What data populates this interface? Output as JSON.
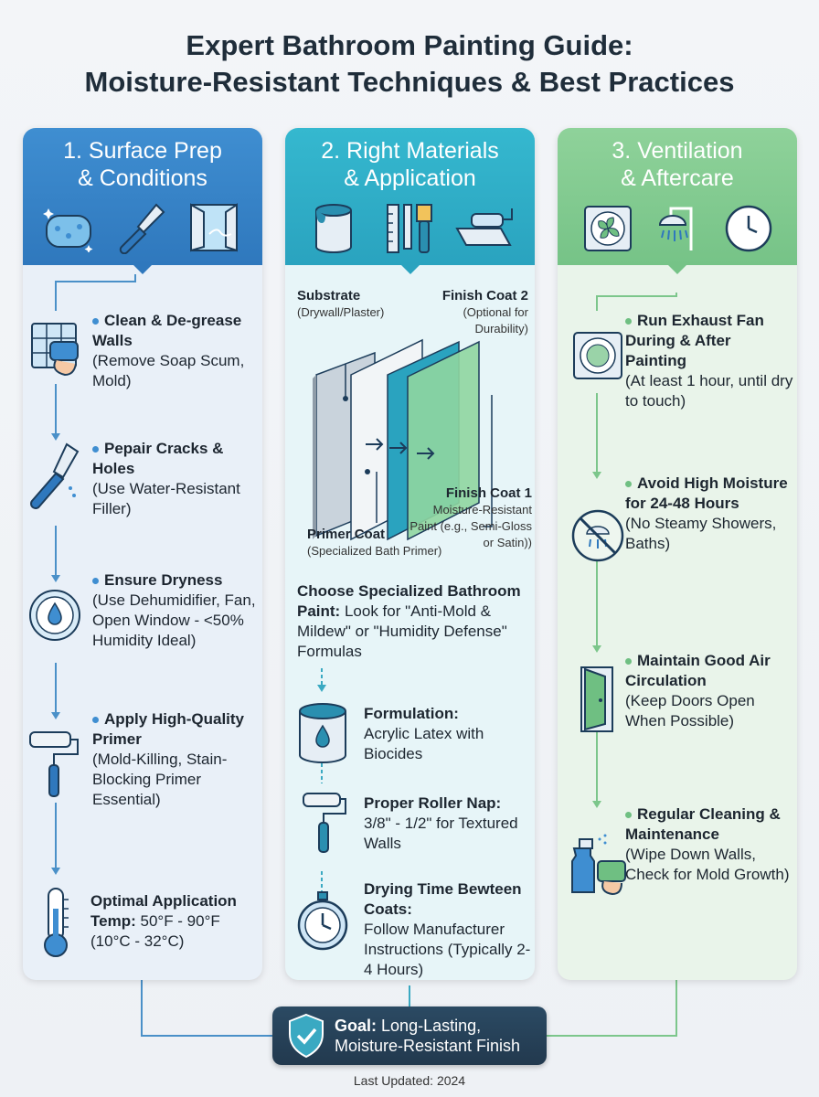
{
  "title": {
    "line1": "Expert Bathroom Painting Guide:",
    "line2": "Moisture-Resistant Techniques & Best Practices"
  },
  "columns": [
    {
      "heading1": "1. Surface Prep",
      "heading2": "& Conditions",
      "icons": [
        "sponge-icon",
        "putty-knife-icon",
        "window-icon"
      ],
      "items": [
        {
          "bold": "Clean & De-grease Walls",
          "detail": "(Remove Soap Scum, Mold)",
          "icon": "sponge-wipe-icon"
        },
        {
          "bold": "Pepair Cracks & Holes",
          "detail": "(Use Water-Resistant Filler)",
          "icon": "putty-knife-icon"
        },
        {
          "bold": "Ensure Dryness",
          "detail": "(Use Dehumidifier, Fan, Open Window - <50% Humidity Ideal)",
          "icon": "humidity-gauge-icon"
        },
        {
          "bold": "Apply High-Quality Primer",
          "detail": "(Mold-Killing, Stain-Blocking Primer Essential)",
          "icon": "paint-roller-icon"
        },
        {
          "bold": "Optimal Application Temp:",
          "detail": "50°F - 90°F (10°C - 32°C)",
          "icon": "thermometer-icon"
        }
      ]
    },
    {
      "heading1": "2. Right Materials",
      "heading2": "& Application",
      "icons": [
        "paint-can-icon",
        "brush-ruler-icon",
        "roller-tray-icon"
      ],
      "diagram": {
        "substrate": "Substrate",
        "substrate_sub": "(Drywall/Plaster)",
        "finish2": "Finish Coat 2",
        "finish2_sub": "(Optional for Durability)",
        "finish1": "Finish Coat 1",
        "finish1_sub": "Moisture-Resistant Paint (e.g., Semi-Gloss or Satin))",
        "primer": "Primer Coat",
        "primer_sub": "(Specialized Bath Primer)"
      },
      "choose_bold": "Choose Specialized Bathroom Paint:",
      "choose_detail": "Look for \"Anti-Mold & Mildew\" or \"Humidity Defense\" Formulas",
      "items": [
        {
          "bold": "Formulation:",
          "detail": "Acrylic Latex with Biocides",
          "icon": "paint-can-drop-icon"
        },
        {
          "bold": "Proper Roller Nap:",
          "detail": "3/8\" - 1/2\" for Textured Walls",
          "icon": "paint-roller-icon"
        },
        {
          "bold": "Drying Time Bewteen Coats:",
          "detail": "Follow Manufacturer Instructions (Typically 2-4 Hours)",
          "icon": "stopwatch-icon"
        }
      ]
    },
    {
      "heading1": "3. Ventilation",
      "heading2": "& Aftercare",
      "icons": [
        "exhaust-fan-icon",
        "shower-icon",
        "clock-icon"
      ],
      "items": [
        {
          "bold": "Run Exhaust Fan During & After Painting",
          "detail": "(At least 1 hour, until dry to touch)",
          "icon": "exhaust-fan-icon"
        },
        {
          "bold": "Avoid High Moisture for 24-48 Hours",
          "detail": "(No Steamy Showers, Baths)",
          "icon": "no-shower-icon"
        },
        {
          "bold": "Maintain Good Air Circulation",
          "detail": "(Keep Doors Open When Possible)",
          "icon": "open-door-icon"
        },
        {
          "bold": "Regular Cleaning & Maintenance",
          "detail": "(Wipe Down Walls, Check for Mold Growth)",
          "icon": "spray-bottle-icon"
        }
      ]
    }
  ],
  "goal": {
    "bold": "Goal:",
    "text": "Long-Lasting,",
    "line2": "Moisture-Resistant Finish",
    "icon": "shield-check-icon"
  },
  "footer": "Last Updated: 2024",
  "colors": {
    "blue": "#3f8ed1",
    "teal": "#2aa3bf",
    "green": "#76c387",
    "navy": "#22394e"
  }
}
